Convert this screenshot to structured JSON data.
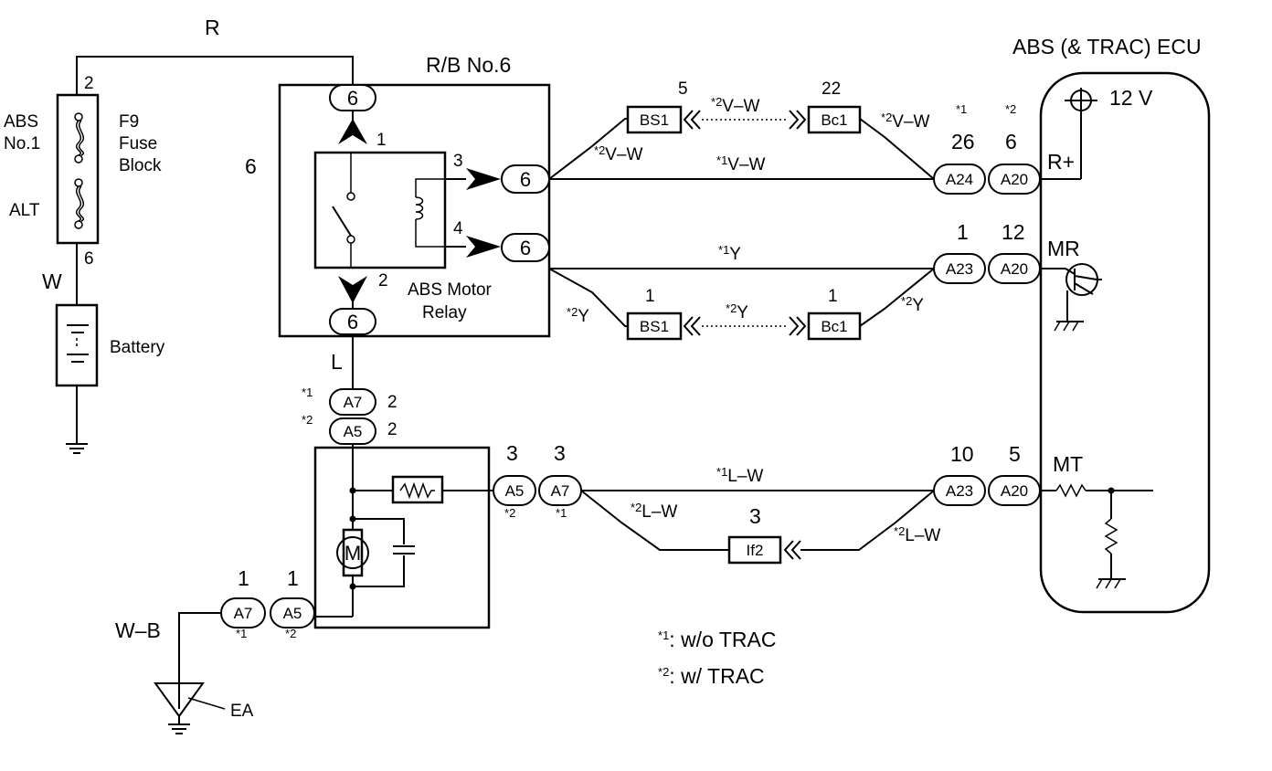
{
  "title": "ABS (& TRAC) ECU",
  "ecu": {
    "title": "ABS (& TRAC) ECU",
    "hdr1": "*1",
    "hdr2": "*2",
    "volt": "12 V",
    "pin_r": "R+",
    "pin_mr": "MR",
    "pin_mt": "MT",
    "c_a24": "A24",
    "c_a20": "A20",
    "c_a23": "A23",
    "n26": "26",
    "n6": "6",
    "n1": "1",
    "n12": "12",
    "n10": "10",
    "n5": "5"
  },
  "relay_block": {
    "title": "R/B No.6",
    "left_num": "6",
    "conn": "6",
    "p1": "1",
    "p2": "2",
    "p3": "3",
    "p4": "4",
    "relay_l1": "ABS Motor",
    "relay_l2": "Relay"
  },
  "fuse": {
    "abs1": "ABS",
    "abs2": "No.1",
    "alt": "ALT",
    "f9": "F9",
    "fuse": "Fuse",
    "block": "Block",
    "pin_top": "2",
    "pin_bot": "6"
  },
  "battery": "Battery",
  "wires": {
    "r": "R",
    "w": "W",
    "l": "L",
    "wb": "W–B",
    "v_w": "V–W",
    "y": "Y",
    "l_w": "L–W",
    "ea": "EA"
  },
  "connectors": {
    "bs1": "BS1",
    "bc1": "Bc1",
    "if2": "If2",
    "a7": "A7",
    "a5": "A5",
    "n5": "5",
    "n22": "22",
    "n1": "1",
    "n3": "3",
    "n2": "2"
  },
  "motor": "M",
  "legend": {
    "m1": "*",
    "s1": "1",
    "t1": ": w/o TRAC",
    "m2": "*",
    "s2": "2",
    "t2": ": w/ TRAC"
  }
}
